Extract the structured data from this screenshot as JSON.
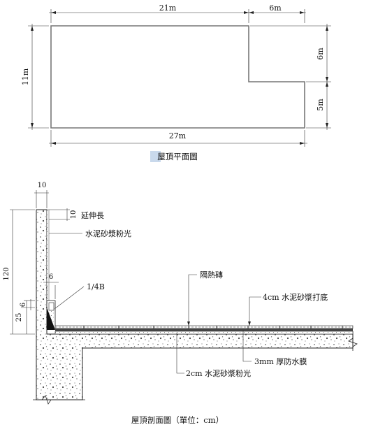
{
  "plan": {
    "dim_top_left": "21m",
    "dim_top_right": "6m",
    "dim_left": "11m",
    "dim_right_upper": "6m",
    "dim_right_lower": "5m",
    "dim_bottom": "27m",
    "caption": "屋頂平面圖"
  },
  "section": {
    "dim_10_top": "10",
    "dim_10_side": "10",
    "dim_120": "120",
    "dim_6_a": "6",
    "dim_6_b": "6",
    "dim_25": "25",
    "label_extend": "延伸長",
    "label_mortar_finish": "水泥砂漿粉光",
    "label_quarter_b": "1/4B",
    "label_insulation_brick": "隔熱磚",
    "label_4cm_mortar": "4cm 水泥砂漿打底",
    "label_3mm_membrane": "3mm 厚防水膜",
    "label_2cm_mortar": "2cm 水泥砂漿粉光",
    "caption": "屋頂剖面圖（單位：cm）"
  }
}
